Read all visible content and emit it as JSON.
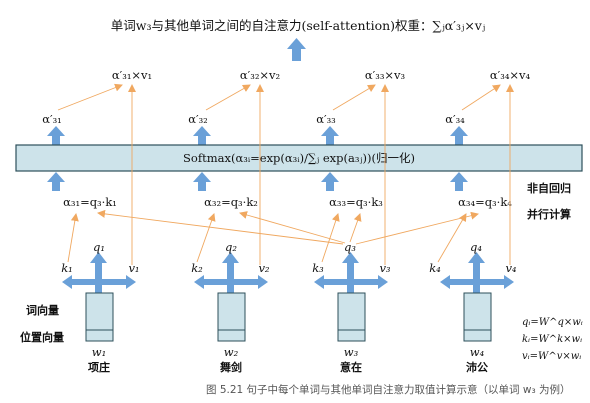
{
  "title": "单词w₃与其他单词之间的自注意力(self-attention)权重：∑ⱼα′₃ⱼ×vⱼ",
  "outputs": [
    "α′₃₁×v₁",
    "α′₃₂×v₂",
    "α′₃₃×v₃",
    "α′₃₄×v₄"
  ],
  "alphas_norm": [
    "α′₃₁",
    "α′₃₂",
    "α′₃₃",
    "α′₃₄"
  ],
  "softmax_label": "Softmax(α₃ᵢ=exp(α₃ᵢ)/∑ⱼ exp(a₃ⱼ))(归一化)",
  "scores": [
    "α₃₁=q₃·k₁",
    "α₃₂=q₃·k₂",
    "α₃₃=q₃·k₃",
    "α₃₄=q₃·k₄"
  ],
  "side_note": [
    "非自回归",
    "并行计算"
  ],
  "words": [
    {
      "q": "q₁",
      "k": "k₁",
      "v": "v₁",
      "w": "w₁",
      "text": "项庄"
    },
    {
      "q": "q₂",
      "k": "k₂",
      "v": "v₂",
      "w": "w₂",
      "text": "舞剑"
    },
    {
      "q": "q₃",
      "k": "k₃",
      "v": "v₃",
      "w": "w₃",
      "text": "意在"
    },
    {
      "q": "q₄",
      "k": "k₄",
      "v": "v₄",
      "w": "w₄",
      "text": "沛公"
    }
  ],
  "left_labels": {
    "word_vector": "词向量",
    "position_vector": "位置向量"
  },
  "formulas": [
    "qᵢ=W^q×wᵢ",
    "kᵢ=W^k×wᵢ",
    "vᵢ=W^v×wᵢ"
  ],
  "caption": "图 5.21   句子中每个单词与其他单词自注意力取值计算示意（以单词 w₃ 为例）",
  "colors": {
    "arrow_blue": "#6aa0d8",
    "box_fill": "#cde3ea",
    "box_stroke": "#2d4f5a",
    "orange_line": "#f0a860"
  }
}
